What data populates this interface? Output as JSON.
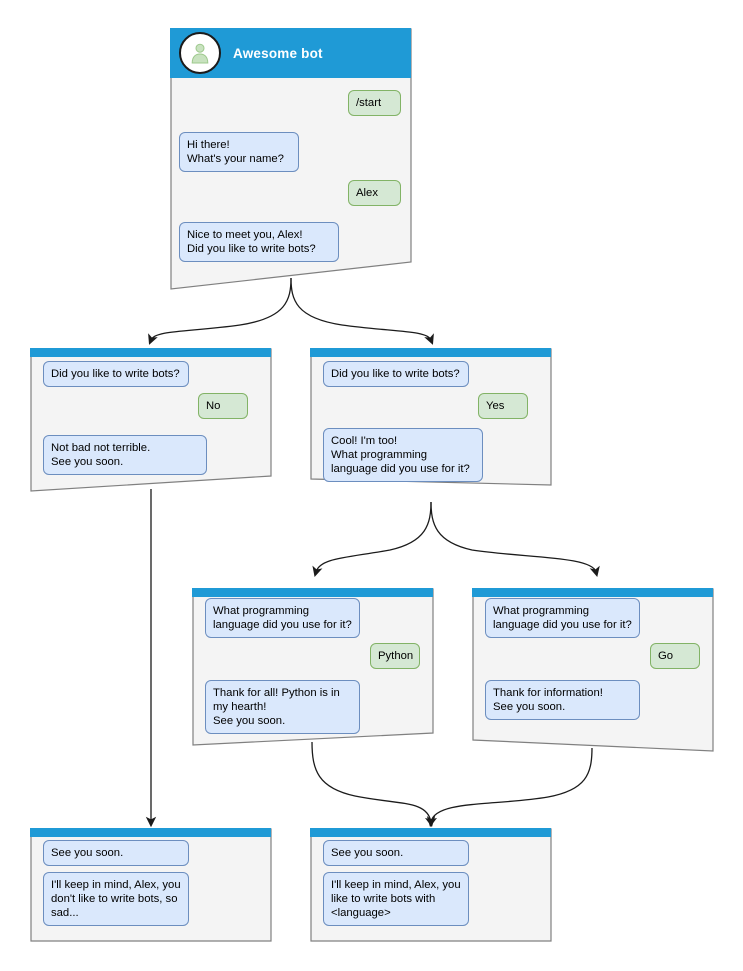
{
  "diagram": {
    "title": "Awesome bot chatbot conversation flow",
    "colors": {
      "header_blue": "#1f9ad6",
      "node_body": "#f4f4f4",
      "node_border": "#808080",
      "bot_bubble_fill": "#dae8fc",
      "bot_bubble_border": "#6c8ebf",
      "user_bubble_fill": "#d5e8d4",
      "user_bubble_border": "#82b366",
      "edge": "#1b1b1b",
      "canvas": "#ffffff"
    }
  },
  "nodes": {
    "root": {
      "title": "Awesome bot",
      "avatar_icon": "user-avatar-icon",
      "messages": [
        {
          "role": "user",
          "text": "/start"
        },
        {
          "role": "bot",
          "text": "Hi there!\nWhat's your name?"
        },
        {
          "role": "user",
          "text": "Alex"
        },
        {
          "role": "bot",
          "text": "Nice to meet you, Alex!\nDid you like to write bots?"
        }
      ]
    },
    "no_branch": {
      "messages": [
        {
          "role": "bot",
          "text": "Did you like to write bots?"
        },
        {
          "role": "user",
          "text": "No"
        },
        {
          "role": "bot",
          "text": "Not bad not terrible.\nSee you soon."
        }
      ]
    },
    "yes_branch": {
      "messages": [
        {
          "role": "bot",
          "text": "Did you like to write bots?"
        },
        {
          "role": "user",
          "text": "Yes"
        },
        {
          "role": "bot",
          "text": "Cool! I'm too!\nWhat programming\nlanguage did you use for it?"
        }
      ]
    },
    "python_branch": {
      "messages": [
        {
          "role": "bot",
          "text": "What programming\nlanguage did you use for it?"
        },
        {
          "role": "user",
          "text": "Python"
        },
        {
          "role": "bot",
          "text": "Thank for all! Python is in\nmy hearth!\nSee you soon."
        }
      ]
    },
    "go_branch": {
      "messages": [
        {
          "role": "bot",
          "text": "What programming\nlanguage did you use for it?"
        },
        {
          "role": "user",
          "text": "Go"
        },
        {
          "role": "bot",
          "text": "Thank for information!\nSee you soon."
        }
      ]
    },
    "end_sad": {
      "messages": [
        {
          "role": "bot",
          "text": "See you soon."
        },
        {
          "role": "bot",
          "text": "I'll keep in mind, Alex, you\ndon't like to write bots, so\nsad..."
        }
      ]
    },
    "end_happy": {
      "messages": [
        {
          "role": "bot",
          "text": "See you soon."
        },
        {
          "role": "bot",
          "text": "I'll keep in mind, Alex, you\nlike to write bots with\n<language>"
        }
      ]
    }
  }
}
